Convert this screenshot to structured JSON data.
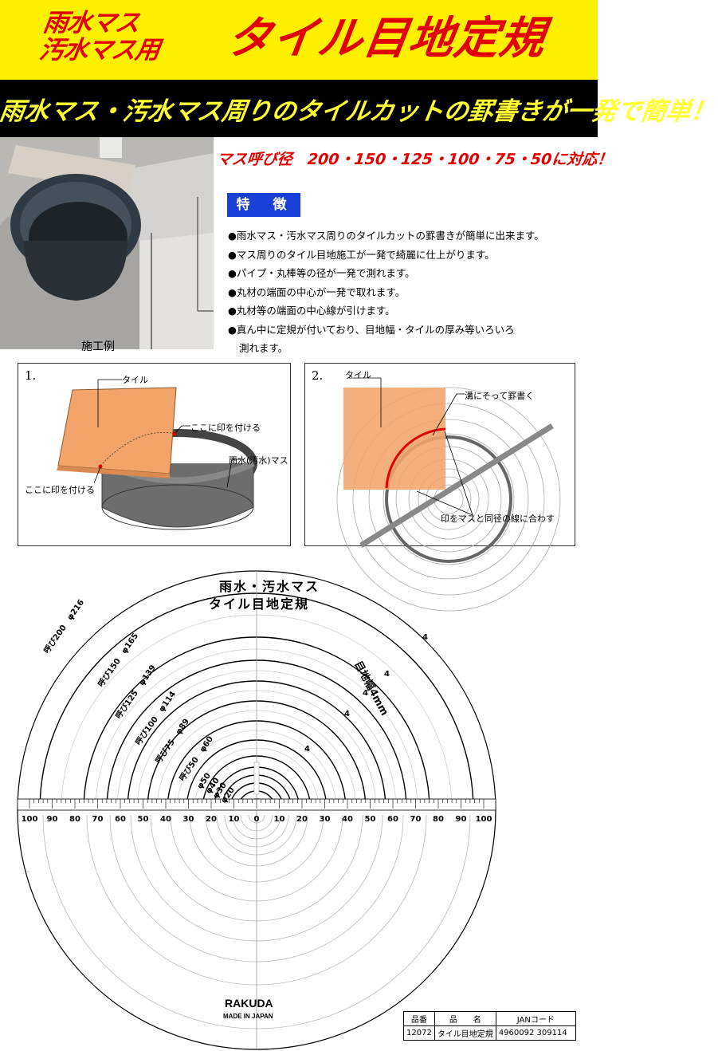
{
  "header": {
    "left_line1": "雨水マス",
    "left_line2": "汚水マス用",
    "right_title": "タイル目地定規"
  },
  "banner": {
    "text": "雨水マス・汚水マス周りのタイルカットの罫書きが一発で簡単！"
  },
  "compatibility": "マス呼び径　200・150・125・100・75・50に対応！",
  "photo": {
    "caption": "施工例"
  },
  "features": {
    "badge": "特　徴",
    "items": [
      "雨水マス・汚水マス周りのタイルカットの罫書きが簡単に出来ます。",
      "マス周りのタイル目地施工が一発で綺麗に仕上がります。",
      "パイプ・丸棒等の径が一発で測れます。",
      "丸材の端面の中心が一発で取れます。",
      "丸材等の端面の中心線が引けます。",
      "真ん中に定規が付いており、目地幅・タイルの厚み等いろいろ",
      "測れます。"
    ]
  },
  "diagram1": {
    "number": "1.",
    "label_tile": "タイル",
    "label_mark_top": "ここに印を付ける",
    "label_mark_left": "ここに印を付ける",
    "label_basin": "雨水(汚水)マス"
  },
  "diagram2": {
    "number": "2.",
    "label_tile": "タイル",
    "label_groove": "溝にそって罫書く",
    "label_align": "印をマスと同径の線に合わす"
  },
  "ruler": {
    "title_line1": "雨水・汚水マス",
    "title_line2": "タイル目地定規",
    "joint_label": "目地幅4mm",
    "brand": "RAKUDA",
    "origin": "MADE IN JAPAN",
    "ring_labels": [
      "呼び200　φ216",
      "呼び150　φ165",
      "呼び125　φ139",
      "呼び100　φ114",
      "呼び75　φ89",
      "呼び50　φ60",
      "φ50",
      "φ40",
      "φ30",
      "φ20"
    ],
    "scale_numbers": [
      "100",
      "90",
      "80",
      "70",
      "60",
      "50",
      "40",
      "30",
      "20",
      "10",
      "0",
      "10",
      "20",
      "30",
      "40",
      "50",
      "60",
      "70",
      "80",
      "90",
      "100"
    ],
    "four_marks": [
      "4",
      "4",
      "4",
      "4",
      "4"
    ]
  },
  "product_table": {
    "headers": [
      "品番",
      "品　　名",
      "JANコード"
    ],
    "row": [
      "12072",
      "タイル目地定規",
      "4960092 309114"
    ]
  },
  "colors": {
    "header_bg": "#fff000",
    "title_red": "#e00000",
    "banner_bg": "#000000",
    "banner_text": "#ffff33",
    "badge_blue": "#1a3fd6",
    "tile_orange": "#f2a46a"
  }
}
